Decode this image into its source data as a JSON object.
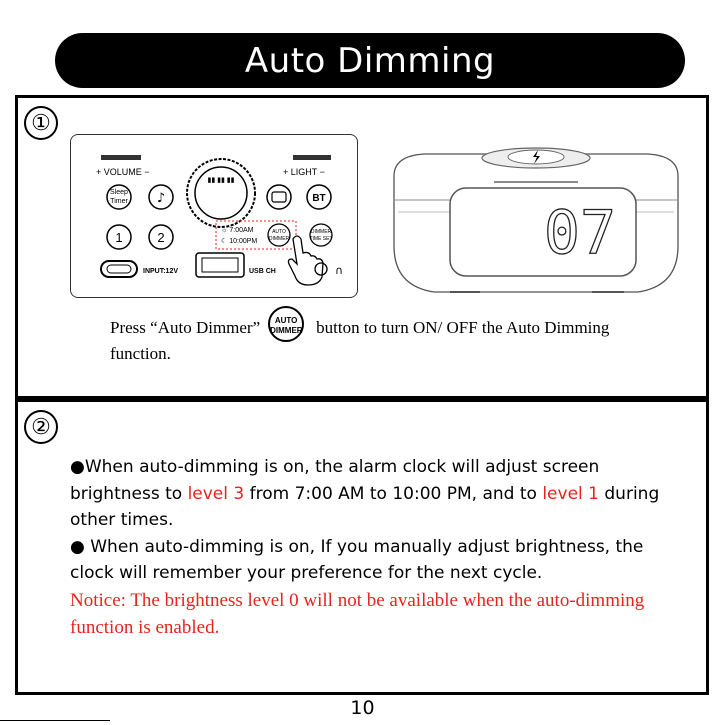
{
  "title": "Auto Dimming",
  "section1": {
    "step": "①",
    "panel_labels": {
      "volume": "+ VOLUME −",
      "light": "+ LIGHT −",
      "sleep": "Sleep\nTimer",
      "bt": "BT",
      "alarm1": "1",
      "alarm2": "2",
      "time_range_1": "7:00AM",
      "time_range_2": "10:00PM",
      "auto_dimmer": "AUTO\nDIMMER",
      "dimmer_time_set": "DIMMER\nTIME SET",
      "input": "INPUT:12V",
      "usb": "USB CH"
    },
    "clock_display": "07",
    "text_before": "Press “Auto Dimmer”",
    "button_label_top": "AUTO",
    "button_label_bottom": "DIMMER",
    "text_after": "button to turn ON/ OFF the Auto Dimming function."
  },
  "section2": {
    "step": "②",
    "b1_part1": "When auto-dimming is on, the alarm clock will adjust screen brightness to ",
    "b1_level3": "level 3",
    "b1_part2": " from 7:00 AM to 10:00 PM, and to ",
    "b1_level1": "level 1",
    "b1_part3": " during other times.",
    "b2": "When auto-dimming is on, If you manually adjust brightness, the clock will remember your preference for the next cycle.",
    "notice": "Notice: The brightness level 0 will not be available when the auto-dimming function is enabled."
  },
  "colors": {
    "accent_red": "#e8231f",
    "title_bg": "#000000"
  },
  "page_number": "10"
}
